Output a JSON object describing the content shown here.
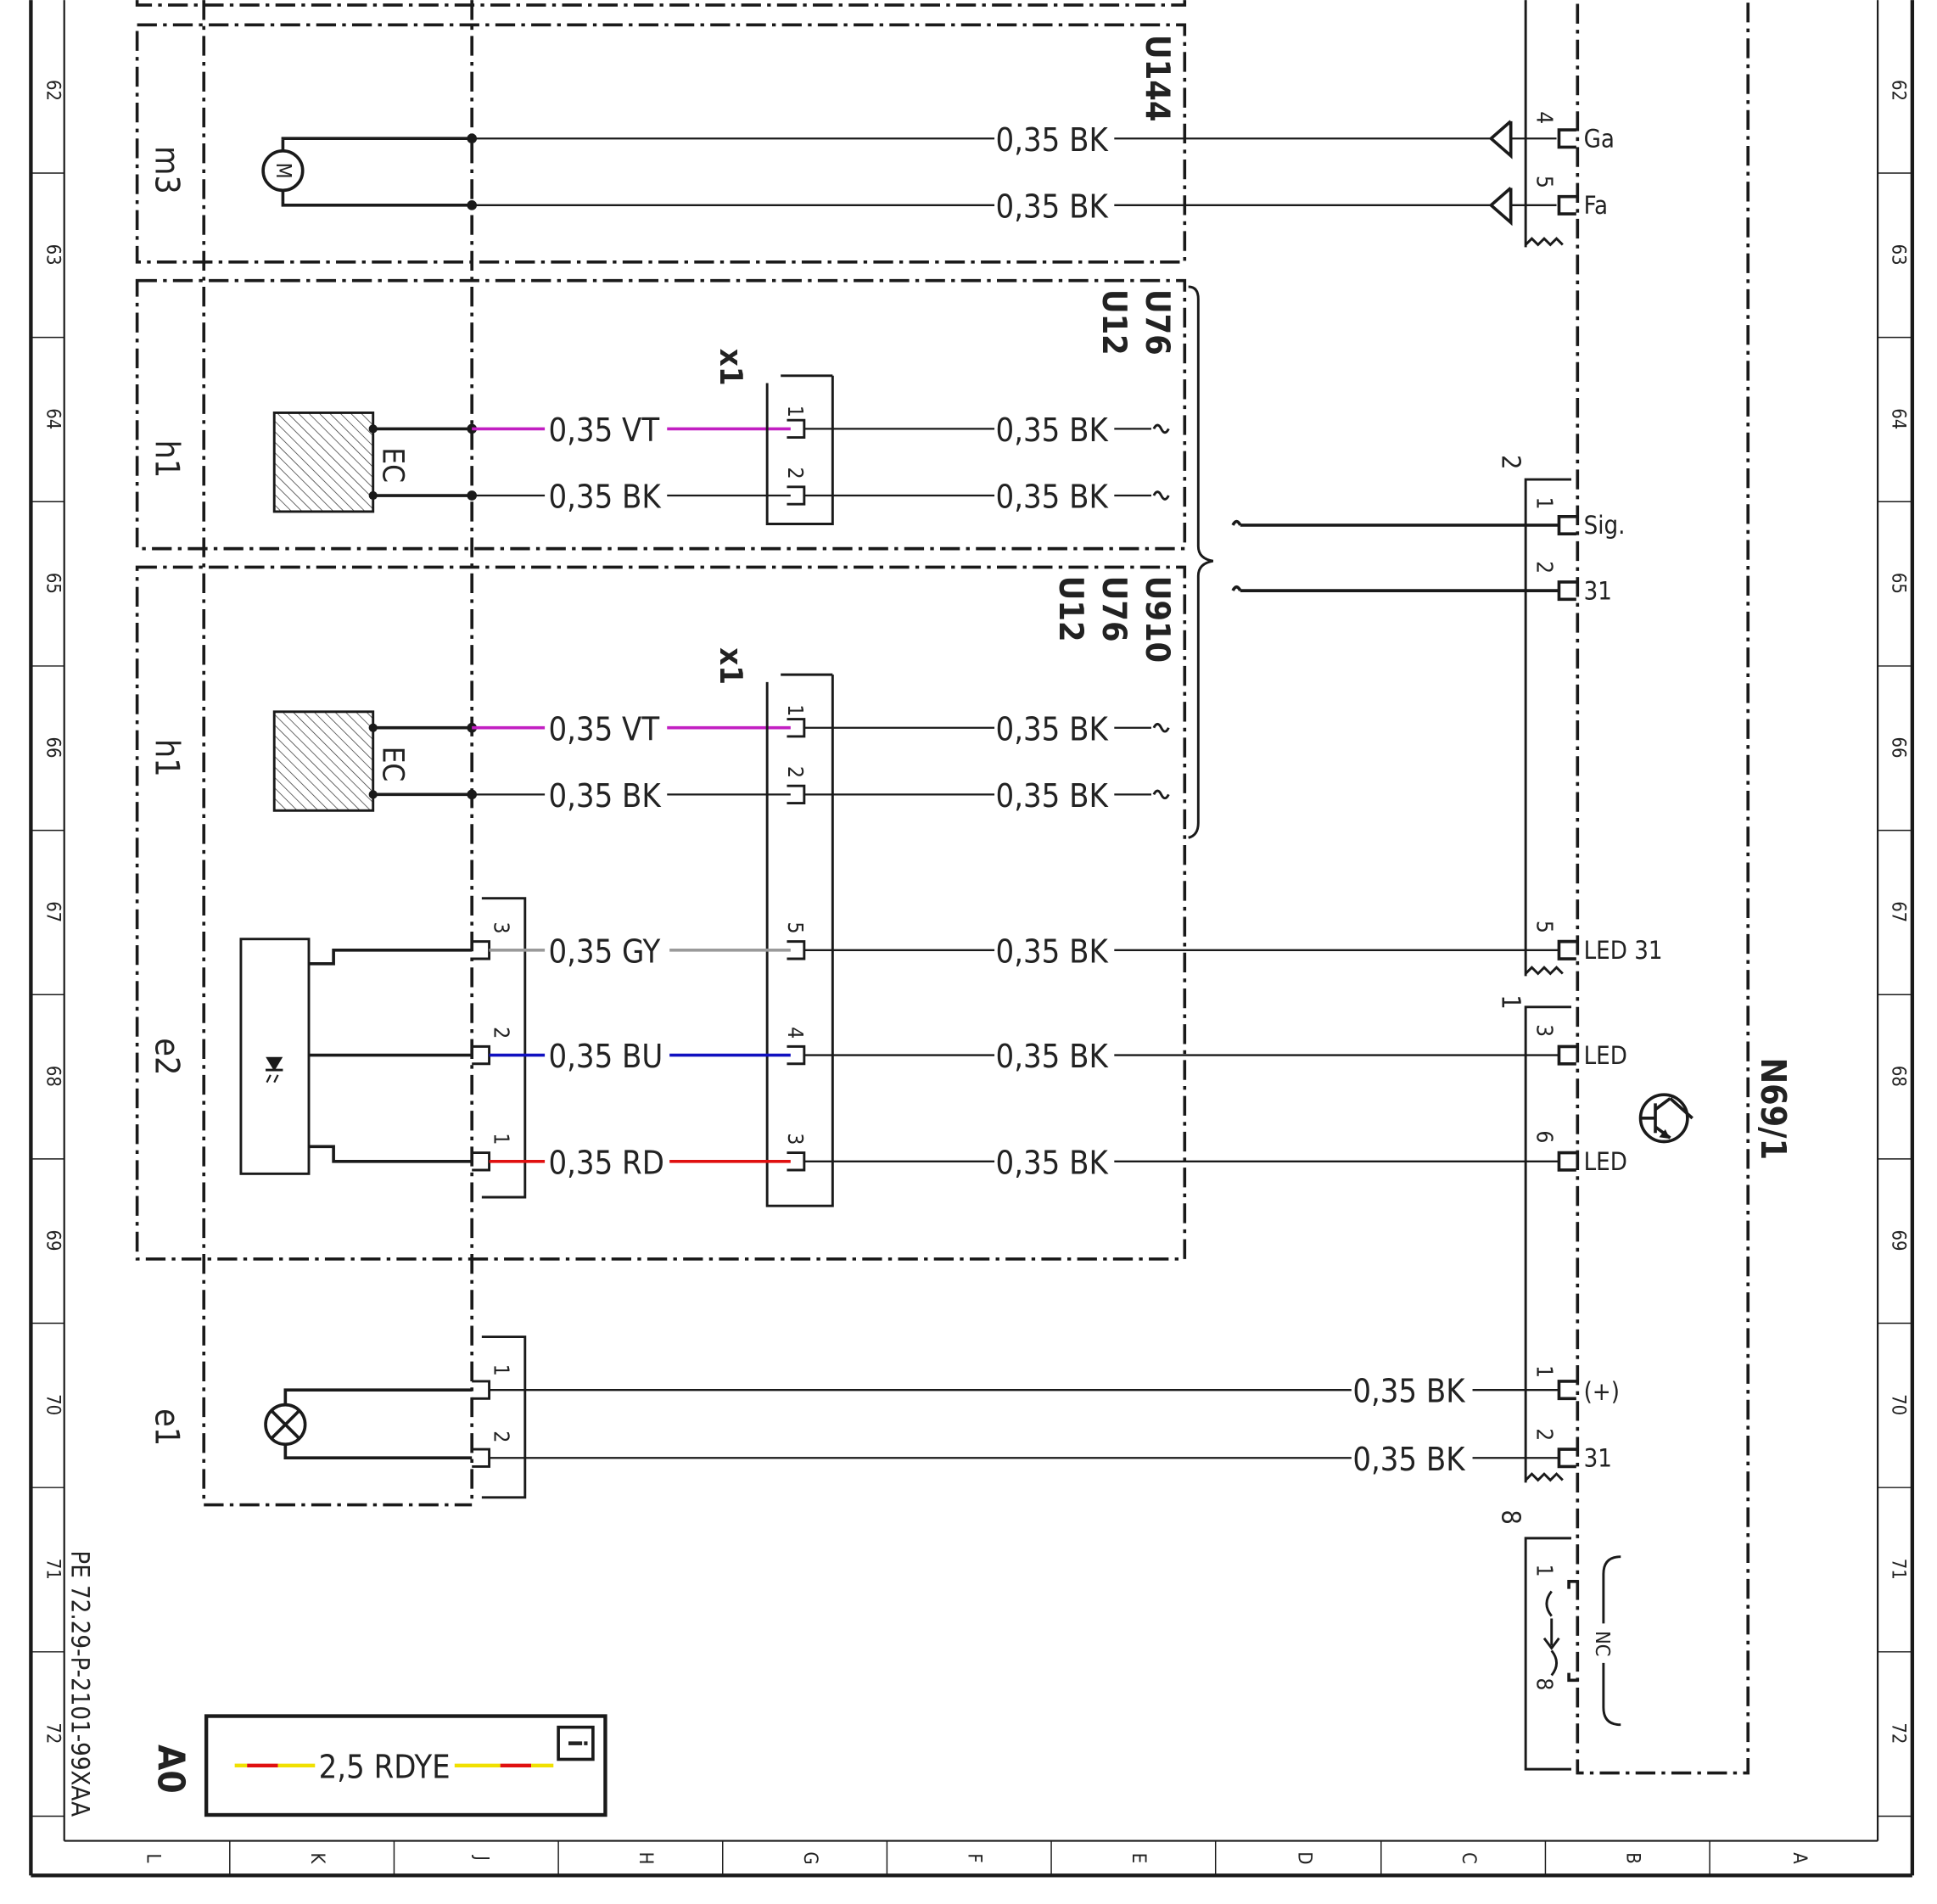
{
  "doc_id": "PE 72.29-P-2101-99XAA",
  "sheet_code": "A0",
  "row_numbers": [
    "62",
    "63",
    "64",
    "65",
    "66",
    "67",
    "68",
    "69",
    "70",
    "71",
    "72"
  ],
  "column_letters": [
    "L",
    "K",
    "J",
    "H",
    "G",
    "F",
    "E",
    "D",
    "C",
    "B",
    "A"
  ],
  "enclosures": {
    "u144": "U144",
    "u76_u12": [
      "U76",
      "U12"
    ],
    "u910_u76_u12": [
      "U910",
      "U76",
      "U12"
    ]
  },
  "components": {
    "m3": "m3",
    "h1_top": "h1",
    "h1_bottom": "h1",
    "e2": "e2",
    "e1": "e1",
    "ec_top": "EC",
    "ec_bottom": "EC",
    "motor_symbol": "M",
    "module": "N69/1",
    "x1_top": "x1",
    "x1_bottom": "x1"
  },
  "wires": {
    "m3_ga": "0,35 BK",
    "m3_fa": "0,35 BK",
    "h1a_vt": "0,35 VT",
    "h1a_bk": "0,35 BK",
    "h1a_out1": "0,35 BK",
    "h1a_out2": "0,35 BK",
    "h1b_vt": "0,35 VT",
    "h1b_bk": "0,35 BK",
    "h1b_out1": "0,35 BK",
    "h1b_out2": "0,35 BK",
    "e2_gy": "0,35 GY",
    "e2_bu": "0,35 BU",
    "e2_rd": "0,35 RD",
    "e2_out_gy": "0,35 BK",
    "e2_out_bu": "0,35 BK",
    "e2_out_rd": "0,35 BK",
    "e1_plus": "0,35 BK",
    "e1_31": "0,35 BK"
  },
  "pins": {
    "p4": "4",
    "p5": "5",
    "conn2": "2",
    "p2_1": "1",
    "p2_2": "2",
    "p5b": "5",
    "conn1": "1",
    "p3": "3",
    "p6": "6",
    "p1b": "1",
    "p2b": "2",
    "conn8": "8",
    "p8_1": "1",
    "p8_8": "8",
    "x1t_1": "1",
    "x1t_2": "2",
    "x1b_1": "1",
    "x1b_2": "2",
    "x1b_5": "5",
    "x1b_4": "4",
    "x1b_3": "3",
    "e2_3": "3",
    "e2_2": "2",
    "e2_1": "1",
    "e1_1": "1",
    "e1_2": "2"
  },
  "signals": {
    "ga": "Ga",
    "fa": "Fa",
    "sig": "Sig.",
    "s31a": "31",
    "led31": "LED 31",
    "led_a": "LED",
    "led_b": "LED",
    "plus": "(+)",
    "s31b": "31",
    "nc": "NC"
  },
  "legend": {
    "text": "2,5 RDYE",
    "info_icon": "i"
  },
  "colors": {
    "vt": "#c21fc2",
    "bu": "#1010c0",
    "rd": "#e01010",
    "gy": "#9a9a9a",
    "bk": "#1a1a1a",
    "ye": "#f0e000"
  }
}
